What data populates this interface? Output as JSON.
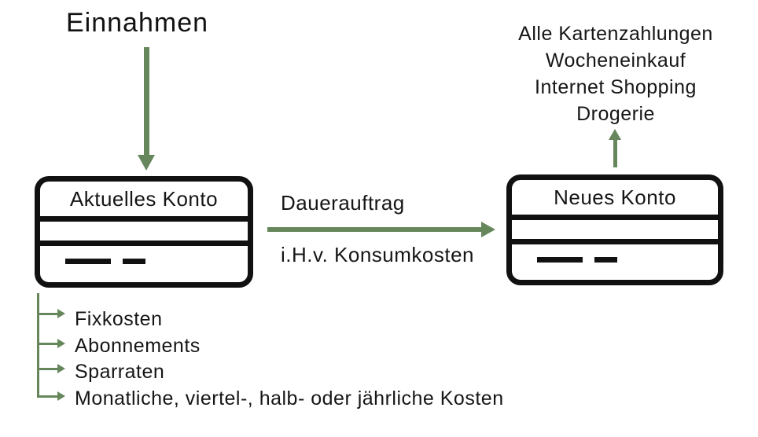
{
  "diagram": {
    "income_label": "Einnahmen",
    "accounts": {
      "current": {
        "title": "Aktuelles Konto"
      },
      "new": {
        "title": "Neues Konto"
      }
    },
    "transfer": {
      "label_top": "Dauerauftrag",
      "label_bottom": "i.H.v. Konsumkosten"
    },
    "new_account_uses": [
      "Alle Kartenzahlungen",
      "Wocheneinkauf",
      "Internet Shopping",
      "Drogerie"
    ],
    "current_account_outflows": [
      "Fixkosten",
      "Abonnements",
      "Sparraten",
      "Monatliche, viertel-, halb- oder jährliche Kosten"
    ],
    "colors": {
      "arrow_green": "#66875c",
      "card_black": "#111111",
      "text_black": "#161616"
    }
  }
}
